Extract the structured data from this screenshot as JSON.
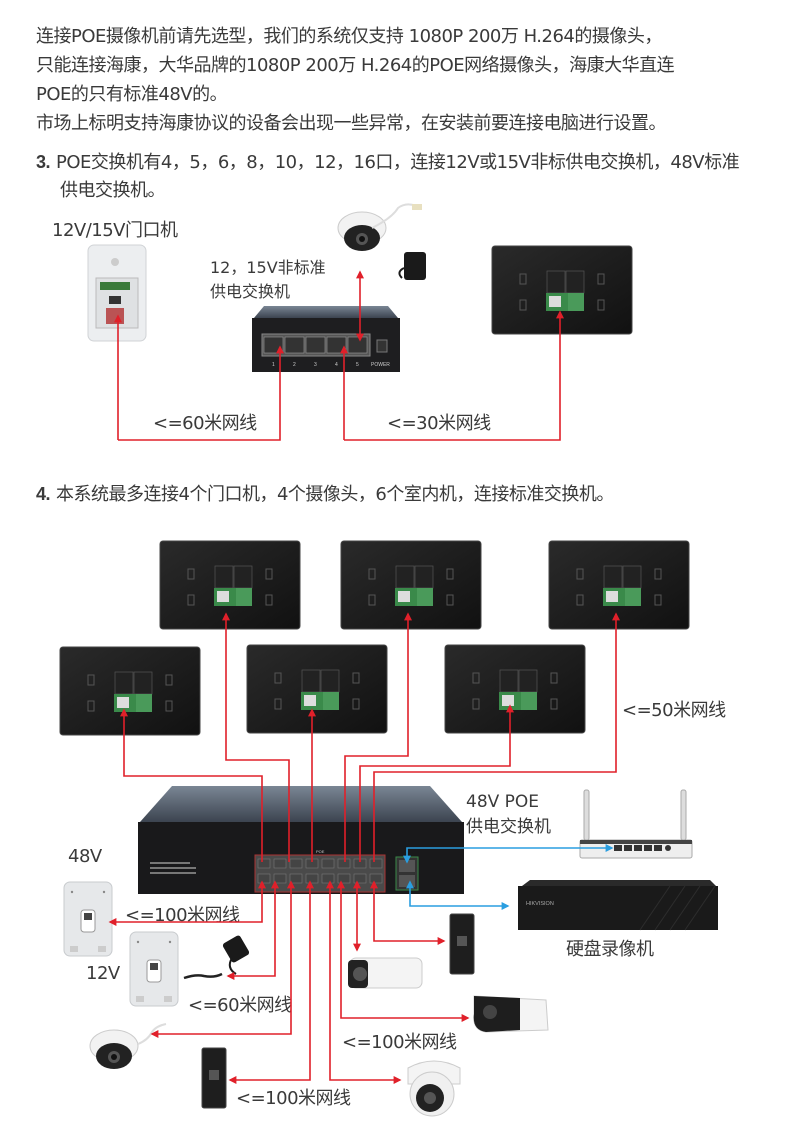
{
  "intro": {
    "lines": [
      "连接POE摄像机前请先选型，我们的系统仅支持 1080P 200万 H.264的摄像头，",
      "只能连接海康，大华品牌的1080P 200万 H.264的POE网络摄像头，海康大华直连",
      "POE的只有标准48V的。",
      "市场上标明支持海康协议的设备会出现一些异常，在安装前要连接电脑进行设置。"
    ]
  },
  "section3": {
    "number": "3.",
    "text_line1": "POE交换机有4，5，6，8，10，12，16口，连接12V或15V非标供电交换机，48V标准",
    "text_line2": "供电交换机。",
    "door_station_label": "12V/15V门口机",
    "switch_label_line1": "12，15V非标准",
    "switch_label_line2": "供电交换机",
    "switch_port_labels": [
      "1",
      "2",
      "3",
      "4",
      "5",
      "POWER"
    ],
    "cable_left": "<=60米网线",
    "cable_right": "<=30米网线"
  },
  "section4": {
    "number": "4.",
    "text": "本系统最多连接4个门口机，4个摄像头，6个室内机，连接标准交换机。",
    "indoor_cable": "<=50米网线",
    "switch_label_line1": "48V POE",
    "switch_label_line2": "供电交换机",
    "nvr_label": "硬盘录像机",
    "door_48v_label": "48V",
    "door_12v_label": "12V",
    "cable_48v_door": "<=100米网线",
    "cable_12v_door": "<=60米网线",
    "cable_cameras": "<=100米网线",
    "cable_bottom": "<=100米网线",
    "switch_poe_mark": "POE",
    "nvr_brand": "HIKVISION"
  },
  "colors": {
    "cable_red": "#e0202a",
    "uplink_blue": "#2a9ee0",
    "device_black": "#1c1c1c",
    "text": "#3a3a3a"
  }
}
